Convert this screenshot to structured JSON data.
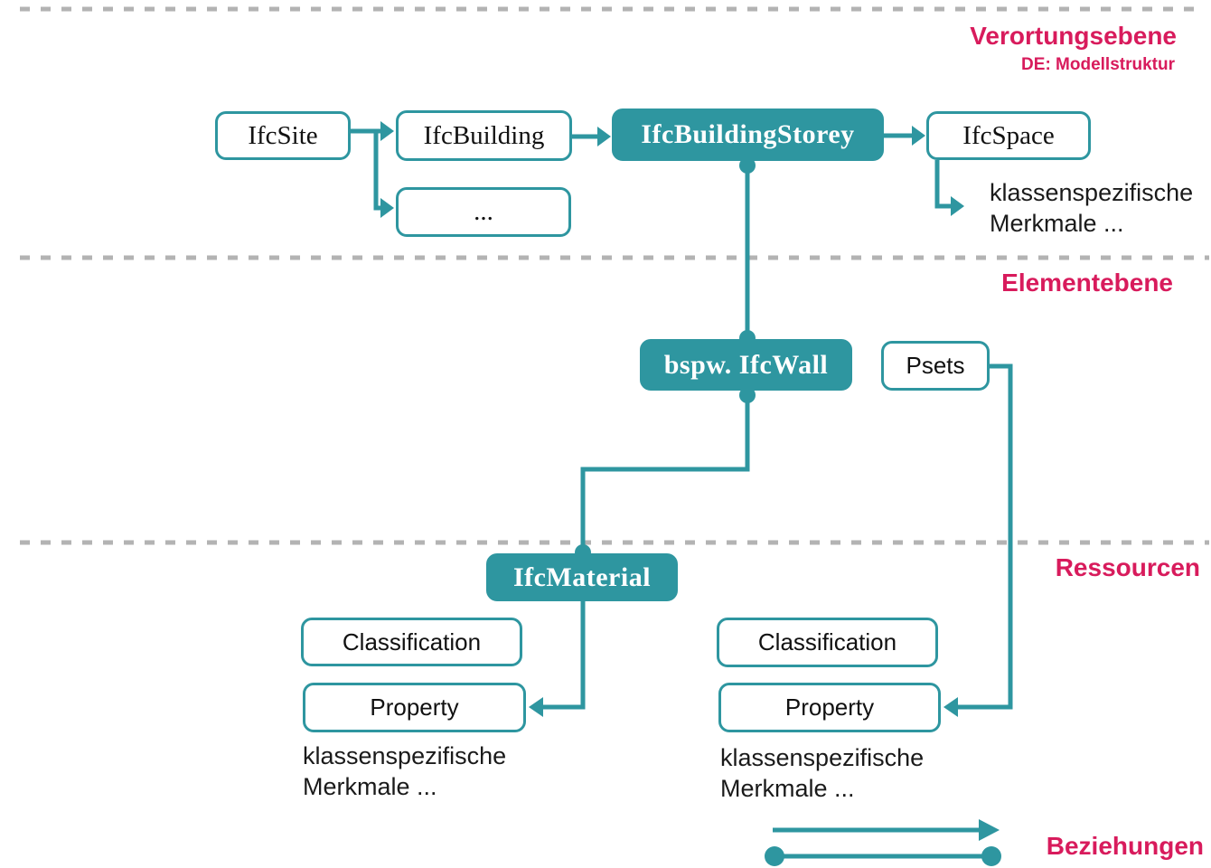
{
  "colors": {
    "accent_teal": "#2E96A0",
    "section_crimson": "#D81B5C",
    "divider_gray": "#B3B3B3",
    "node_text": "#111111",
    "filled_node_text": "#FFFFFF"
  },
  "sections": {
    "verortung": {
      "label": "Verortungsebene",
      "sublabel": "DE: Modellstruktur"
    },
    "element": {
      "label": "Elementebene"
    },
    "ressourcen": {
      "label": "Ressourcen"
    }
  },
  "nodes": {
    "ifc_site": {
      "label": "IfcSite"
    },
    "ifc_building": {
      "label": "IfcBuilding"
    },
    "ellipsis": {
      "label": "..."
    },
    "ifc_building_storey": {
      "label": "IfcBuildingStorey"
    },
    "ifc_space": {
      "label": "IfcSpace"
    },
    "ifc_wall": {
      "label": "bspw. IfcWall"
    },
    "psets": {
      "label": "Psets"
    },
    "ifc_material": {
      "label": "IfcMaterial"
    },
    "classification_left": {
      "label": "Classification"
    },
    "property_left": {
      "label": "Property"
    },
    "classification_right": {
      "label": "Classification"
    },
    "property_right": {
      "label": "Property"
    }
  },
  "annotations": {
    "space_note": {
      "line1": "klassenspezifische",
      "line2": "Merkmale ..."
    },
    "material_note": {
      "line1": "klassenspezifische",
      "line2": "Merkmale ..."
    },
    "psets_note": {
      "line1": "klassenspezifische",
      "line2": "Merkmale ..."
    }
  },
  "legend": {
    "label": "Beziehungen",
    "symbols": [
      "directed-arrow-icon",
      "line-with-endpoint-dots-icon"
    ]
  }
}
